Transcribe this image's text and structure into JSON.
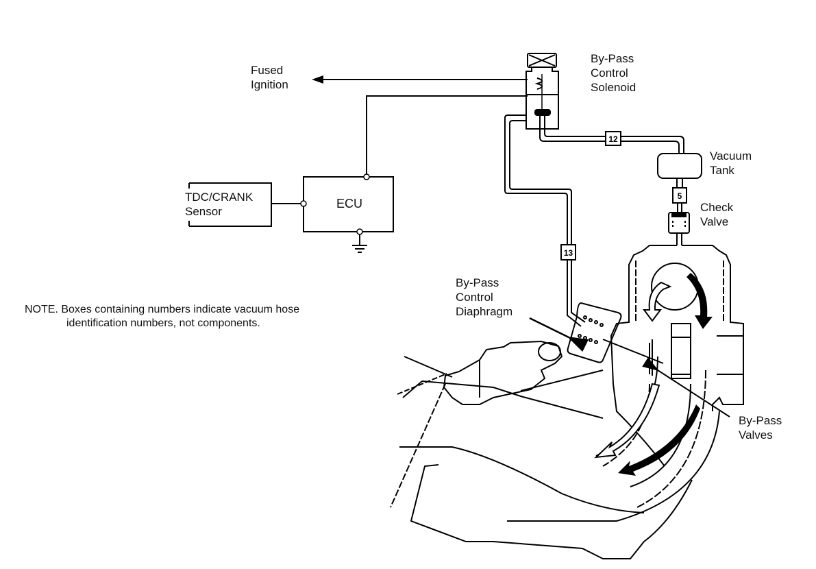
{
  "labels": {
    "fused_ignition": [
      "Fused",
      "Ignition"
    ],
    "bypass_solenoid": [
      "By-Pass",
      "Control",
      "Solenoid"
    ],
    "vacuum_tank": [
      "Vacuum",
      "Tank"
    ],
    "check_valve": [
      "Check",
      "Valve"
    ],
    "tdc_sensor": [
      "TDC/CRANK",
      "Sensor"
    ],
    "ecu": "ECU",
    "bypass_diaphragm": [
      "By-Pass",
      "Control",
      "Diaphragm"
    ],
    "bypass_valves": [
      "By-Pass",
      "Valves"
    ]
  },
  "hose_ids": {
    "solenoid_to_tank": "12",
    "tank_to_check_valve": "5",
    "solenoid_to_diaphragm": "13"
  },
  "note": {
    "prefix": "NOTE.",
    "line1": "Boxes containing numbers indicate vacuum hose",
    "line2": "identification numbers, not components."
  }
}
